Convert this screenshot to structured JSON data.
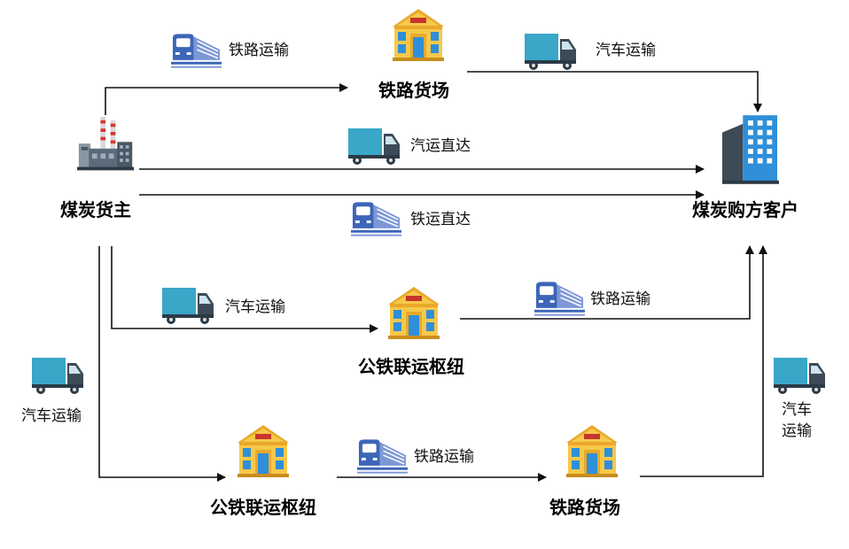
{
  "nodes": {
    "coal_owner": "煤炭货主",
    "coal_buyer": "煤炭购方客户",
    "rail_yard_top": "铁路货场",
    "hub_middle": "公铁联运枢纽",
    "hub_bottom": "公铁联运枢纽",
    "rail_yard_bottom": "铁路货场"
  },
  "labels": {
    "rail_top": "铁路运输",
    "truck_top": "汽车运输",
    "truck_direct": "汽运直达",
    "rail_direct": "铁运直达",
    "truck_middle": "汽车运输",
    "rail_middle": "铁路运输",
    "truck_left": "汽车运输",
    "rail_bottom": "铁路运输",
    "truck_right_line1": "汽车",
    "truck_right_line2": "运输"
  },
  "icons": {
    "factory": "factory-icon",
    "office": "office-building-icon",
    "warehouse": "warehouse-icon",
    "train": "train-icon",
    "truck": "truck-icon"
  },
  "colors": {
    "line": "#111111",
    "truck_body": "#3aa6c8",
    "train_body": "#3d66b8",
    "warehouse_wall": "#f6c94a",
    "warehouse_roof": "#e9a82a",
    "building_body": "#2f8fd9",
    "building_dark": "#3f4a57"
  }
}
